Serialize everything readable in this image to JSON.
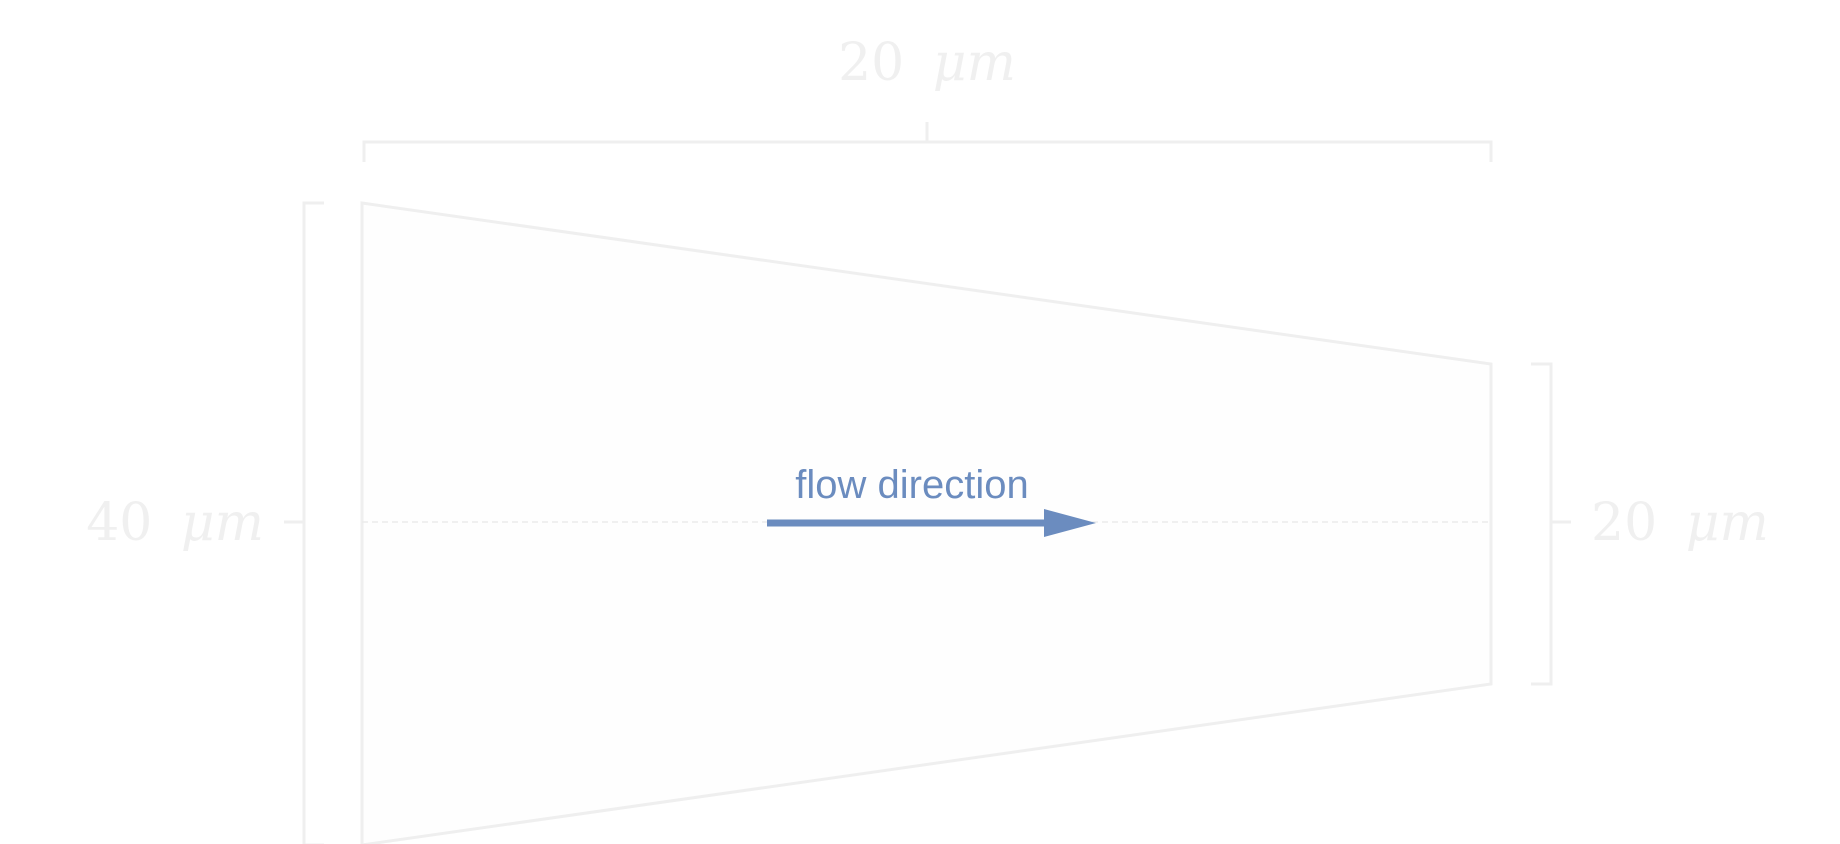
{
  "diagram": {
    "top_width_label": {
      "value": "20",
      "unit": "μm"
    },
    "inlet_height_label": {
      "value": "40",
      "unit": "μm"
    },
    "outlet_height_label": {
      "value": "20",
      "unit": "μm"
    },
    "flow_label": "flow direction"
  },
  "colors": {
    "outline": "#efefef",
    "dimension_text": "#f0f0f0",
    "centerline": "#ececec",
    "flow_arrow": "#6b8cbf",
    "background": "#ffffff"
  }
}
